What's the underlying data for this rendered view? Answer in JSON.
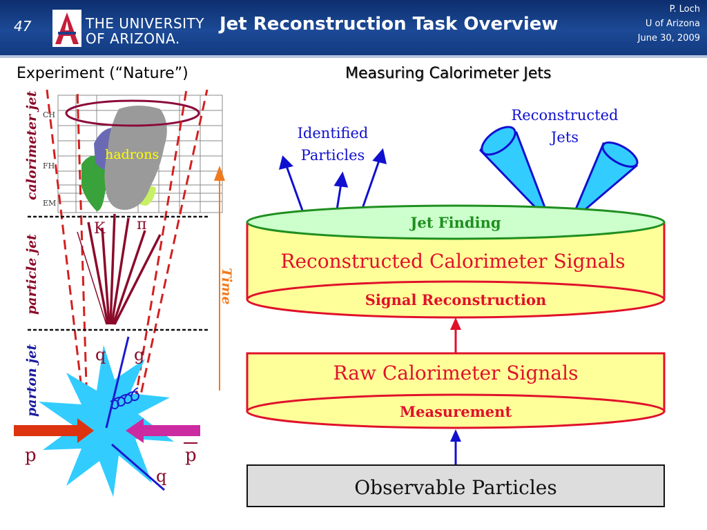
{
  "header": {
    "slide_number": "47",
    "university_line1": "THE UNIVERSITY",
    "university_line2": "OF ARIZONA.",
    "title": "Jet Reconstruction Task Overview",
    "author": "P. Loch",
    "affiliation": "U of Arizona",
    "date": "June 30, 2009"
  },
  "left": {
    "heading": "Experiment (“Nature”)",
    "calorimeter_jet": "calorimeter jet",
    "particle_jet": "particle jet",
    "parton_jet": "parton jet",
    "layer_ch": "CH",
    "layer_fh": "FH",
    "layer_em": "EM",
    "hadrons": "hadrons",
    "kaon": "K",
    "pion": "π",
    "quark_q1": "q",
    "gluon_g": "g",
    "quark_q2": "q",
    "proton_p": "p",
    "antiproton_p": "p",
    "time": "Time"
  },
  "right": {
    "heading": "Measuring Calorimeter Jets",
    "identified_particles_1": "Identified",
    "identified_particles_2": "Particles",
    "reconstructed_jets_1": "Reconstructed",
    "reconstructed_jets_2": "Jets",
    "jet_finding": "Jet Finding",
    "reco_signals": "Reconstructed Calorimeter Signals",
    "signal_reconstruction": "Signal Reconstruction",
    "raw_signals": "Raw Calorimeter Signals",
    "measurement": "Measurement",
    "observable_particles": "Observable Particles"
  },
  "colors": {
    "header_blue": "#123a80",
    "cylinder_fill": "#ffff99",
    "cylinder_stroke": "#e0112a",
    "jet_finding_fill": "#ccffcc",
    "jet_finding_stroke": "#1f8f1f",
    "arrow_blue": "#1010d0",
    "cone_fill": "#33ccff",
    "observable_fill": "#dddddd",
    "dark_red": "#8b0a2a",
    "time_orange": "#f07a1e"
  }
}
